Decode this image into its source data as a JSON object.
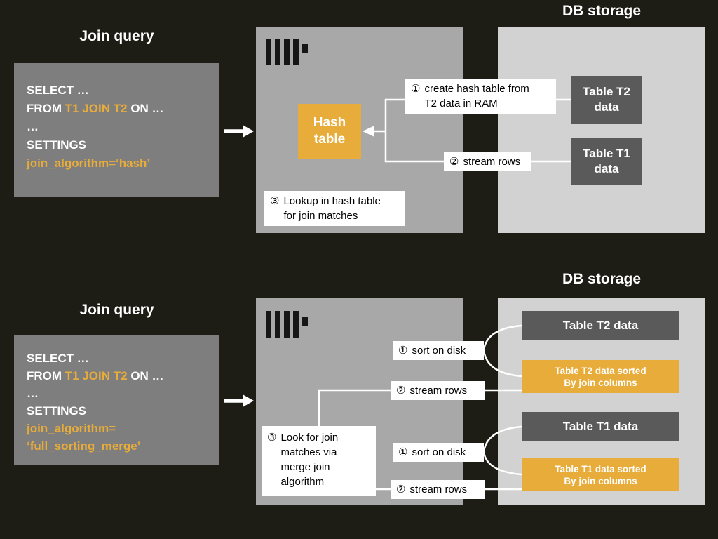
{
  "colors": {
    "background": "#1d1d15",
    "query_box": "#7e7e7e",
    "server_box": "#a8a8a8",
    "db_storage_box": "#d2d2d2",
    "table_box": "#5a5a5a",
    "accent_yellow": "#e8ac3a",
    "label_background": "#ffffff",
    "line_color": "#ffffff"
  },
  "icons": {
    "server_logo": "clickhouse-bars-logo"
  },
  "hash_join": {
    "title_query": "Join query",
    "title_db": "DB storage",
    "query": {
      "select": "SELECT …",
      "from_prefix": "FROM ",
      "from_highlight": "T1 JOIN T2",
      "from_suffix": " ON …",
      "ellipsis": "…",
      "settings": "SETTINGS",
      "algorithm": "join_algorithm=‘hash’"
    },
    "hash_table_label": "Hash table",
    "step1": {
      "num": "①",
      "lines": [
        "create hash table from",
        "T2 data in RAM"
      ]
    },
    "step2": {
      "num": "②",
      "text": "stream rows"
    },
    "step3": {
      "num": "③",
      "lines": [
        "Lookup in hash table",
        "for join matches"
      ]
    },
    "table_t2": "Table T2 data",
    "table_t1": "Table T1 data"
  },
  "merge_join": {
    "title_query": "Join query",
    "title_db": "DB storage",
    "query": {
      "select": "SELECT …",
      "from_prefix": "FROM ",
      "from_highlight": "T1 JOIN T2",
      "from_suffix": " ON …",
      "ellipsis": "…",
      "settings": "SETTINGS",
      "algorithm_line1": "join_algorithm=",
      "algorithm_line2": "‘full_sorting_merge’"
    },
    "step_sort_t2": {
      "num": "①",
      "text": "sort on disk"
    },
    "step_stream_t2": {
      "num": "②",
      "text": "stream rows"
    },
    "step_sort_t1": {
      "num": "①",
      "text": "sort on disk"
    },
    "step_stream_t1": {
      "num": "②",
      "text": "stream rows"
    },
    "step3": {
      "num": "③",
      "lines": [
        "Look for join",
        "matches via",
        "merge join",
        "algorithm"
      ]
    },
    "table_t2": "Table T2 data",
    "table_t2_sorted": {
      "line1": "Table T2 data sorted",
      "line2": "By join columns"
    },
    "table_t1": "Table T1 data",
    "table_t1_sorted": {
      "line1": "Table T1 data sorted",
      "line2": "By join columns"
    }
  }
}
